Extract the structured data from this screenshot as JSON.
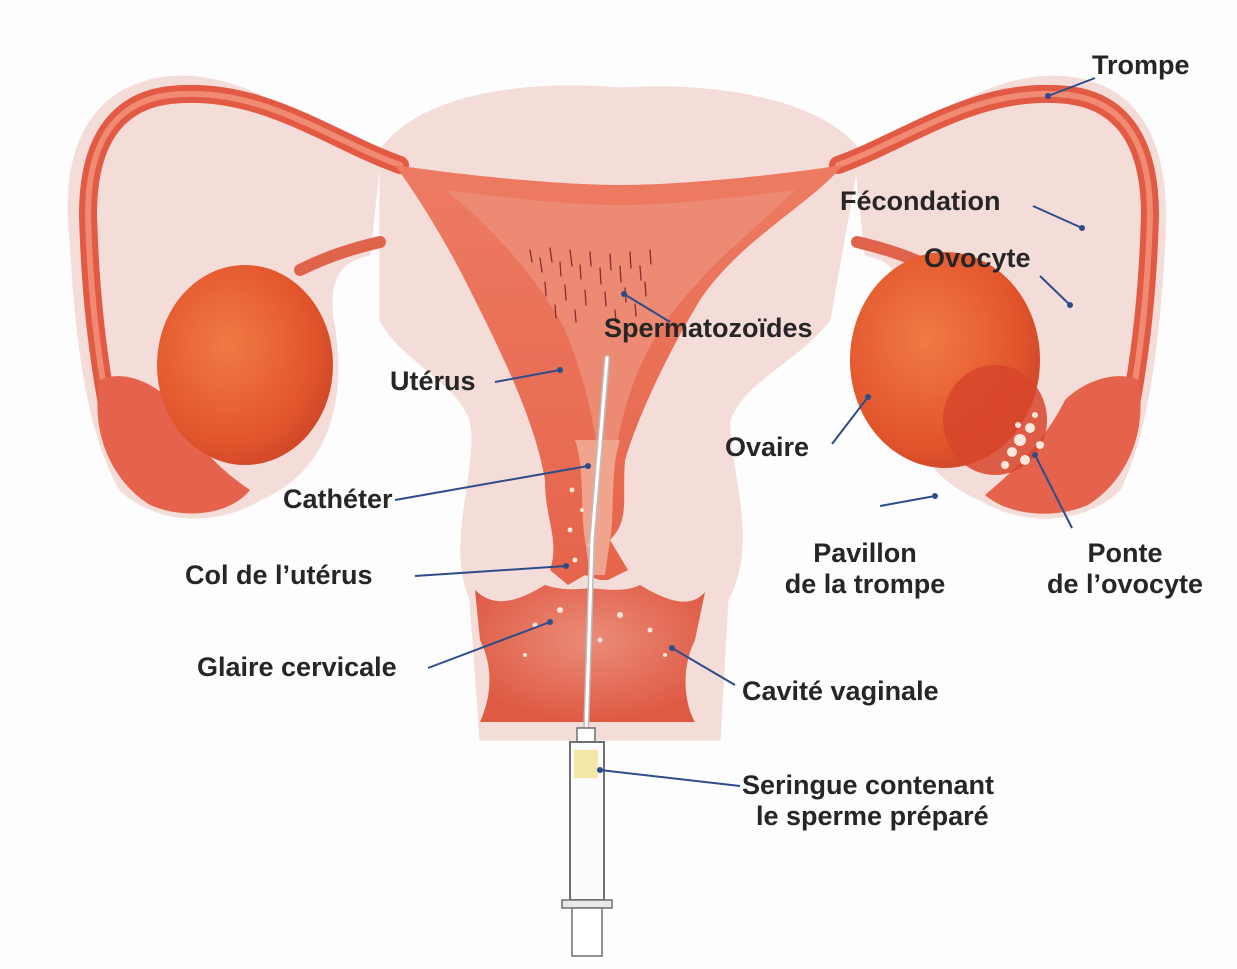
{
  "labels": {
    "trompe": "Trompe",
    "fecondation": "Fécondation",
    "ovocyte": "Ovocyte",
    "spermatozoides": "Spermatozoïdes",
    "uterus": "Utérus",
    "ovaire": "Ovaire",
    "catheter": "Cathéter",
    "pavillon_line1": "Pavillon",
    "pavillon_line2": "de la trompe",
    "ponte_line1": "Ponte",
    "ponte_line2": "de l’ovocyte",
    "col": "Col de l’utérus",
    "glaire": "Glaire cervicale",
    "cavite": "Cavité vaginale",
    "seringue_line1": "Seringue contenant",
    "seringue_line2": "le sperme préparé"
  },
  "colors": {
    "tissue": "#e8664f",
    "tissue_light": "#f2a493",
    "ovary": "#e8552e",
    "halo": "#f3d9d6",
    "pointer": "#2d4c8c",
    "text": "#262626"
  }
}
